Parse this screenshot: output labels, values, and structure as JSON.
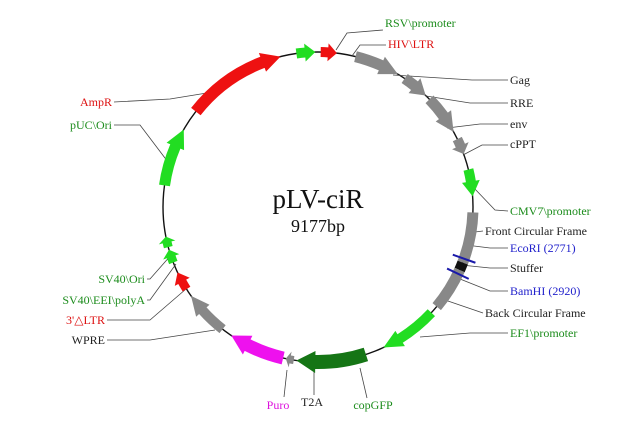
{
  "plasmid": {
    "name": "pLV-ciR",
    "size": "9177bp"
  },
  "colors": {
    "green": "#22dd22",
    "red": "#ee1111",
    "gray": "#888888",
    "dark_green": "#157515",
    "magenta": "#ee11ee",
    "black": "#111111",
    "label_black": "#222222",
    "label_green": "#1c8c1c",
    "label_red": "#dd1111",
    "label_blue": "#2222cc",
    "label_magenta": "#dd11dd"
  },
  "features": [
    {
      "name": "RSV\\promoter",
      "color": "label_green"
    },
    {
      "name": "HIV\\LTR",
      "color": "label_red"
    },
    {
      "name": "Gag",
      "color": "label_black"
    },
    {
      "name": "RRE",
      "color": "label_black"
    },
    {
      "name": "env",
      "color": "label_black"
    },
    {
      "name": "cPPT",
      "color": "label_black"
    },
    {
      "name": "CMV7\\promoter",
      "color": "label_green"
    },
    {
      "name": "Front Circular Frame",
      "color": "label_black"
    },
    {
      "name": "EcoRI (2771)",
      "color": "label_blue"
    },
    {
      "name": "Stuffer",
      "color": "label_black"
    },
    {
      "name": "BamHI (2920)",
      "color": "label_blue"
    },
    {
      "name": "Back Circular Frame",
      "color": "label_black"
    },
    {
      "name": "EF1\\promoter",
      "color": "label_green"
    },
    {
      "name": "copGFP",
      "color": "label_green"
    },
    {
      "name": "T2A",
      "color": "label_black"
    },
    {
      "name": "Puro",
      "color": "label_magenta"
    },
    {
      "name": "WPRE",
      "color": "label_black"
    },
    {
      "name": "3'△LTR",
      "color": "label_red"
    },
    {
      "name": "SV40\\EEI\\polyA",
      "color": "label_green"
    },
    {
      "name": "SV40\\Ori",
      "color": "label_green"
    },
    {
      "name": "pUC\\Ori",
      "color": "label_green"
    },
    {
      "name": "AmpR",
      "color": "label_red"
    }
  ]
}
